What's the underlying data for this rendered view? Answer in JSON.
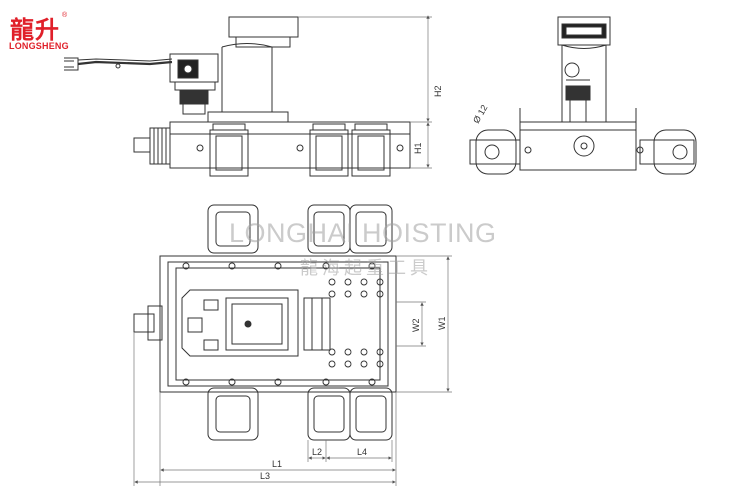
{
  "logo": {
    "chinese": "龍升",
    "english": "LONGSHENG",
    "registered": "®"
  },
  "watermark": {
    "english": "LONGHAI HOISTING",
    "chinese": "龍海起重工具"
  },
  "dimensions": {
    "h1": "H1",
    "h2": "H2",
    "w1": "W1",
    "w2": "W2",
    "l1": "L1",
    "l2": "L2",
    "l3": "L3",
    "l4": "L4",
    "diameter": "Ø 12"
  }
}
